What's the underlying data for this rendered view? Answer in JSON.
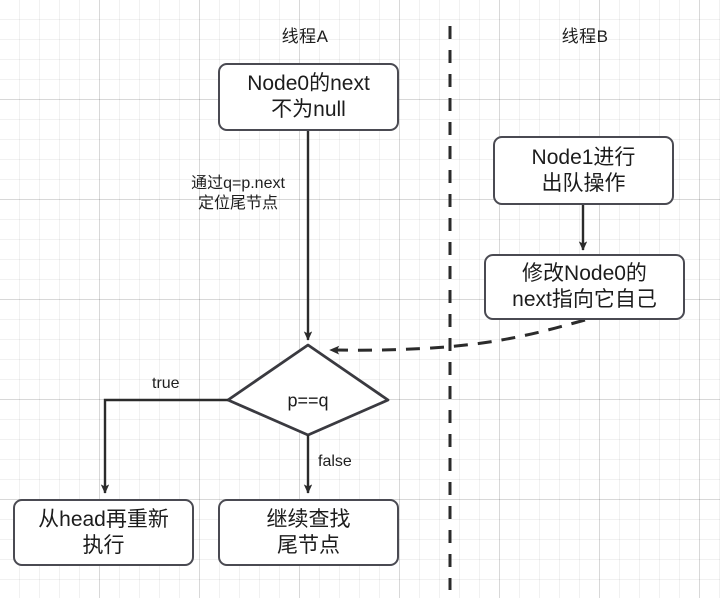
{
  "diagram": {
    "title_a": "线程A",
    "title_b": "线程B",
    "lanes": [
      {
        "name": "thread-a",
        "label": "线程A"
      },
      {
        "name": "thread-b",
        "label": "线程B"
      }
    ],
    "nodes": {
      "node0_next_not_null": "Node0的next\n不为null",
      "node1_dequeue": "Node1进行\n出队操作",
      "modify_node0_next": "修改Node0的\nnext指向它自己",
      "decision": "p==q",
      "restart_from_head": "从head再重新\n执行",
      "continue_find_tail": "继续查找\n尾节点"
    },
    "edge_labels": {
      "locate_tail": "通过q=p.next\n定位尾节点",
      "true": "true",
      "false": "false"
    },
    "colors": {
      "stroke": "#4a4a52",
      "line": "#2b2b2b",
      "text": "#1c1c1c",
      "grid_minor": "#efefef",
      "grid_major": "#e4e4e4",
      "background": "#ffffff"
    }
  }
}
